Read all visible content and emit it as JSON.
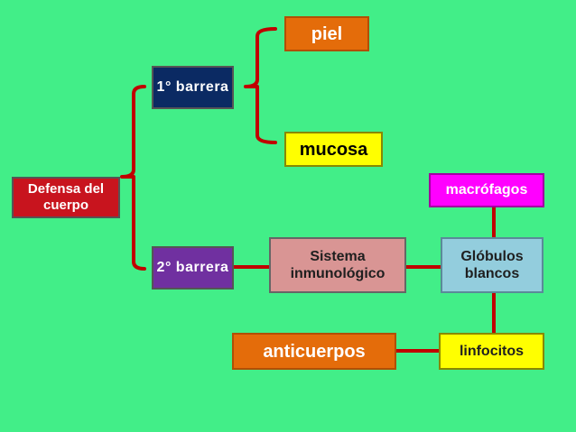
{
  "nodes": {
    "defensa": "Defensa del cuerpo",
    "barrera1": "1° barrera",
    "barrera2": "2° barrera",
    "piel": "piel",
    "mucosa": "mucosa",
    "sistema": "Sistema inmunológico",
    "globulos": "Glóbulos blancos",
    "macrofagos": "macrófagos",
    "anticuerpos": "anticuerpos",
    "linfocitos": "linfocitos"
  },
  "colors": {
    "background": "#42ee88",
    "connector": "#c00000",
    "defensa": "#c8141e",
    "barrera1": "#0b2a63",
    "barrera2": "#7030a0",
    "piel": "#e46c0a",
    "mucosa": "#ffff00",
    "sistema": "#d99594",
    "globulos": "#93cddd",
    "macrofagos": "#ff00ff",
    "anticuerpos": "#e46c0a",
    "linfocitos": "#ffff00"
  }
}
